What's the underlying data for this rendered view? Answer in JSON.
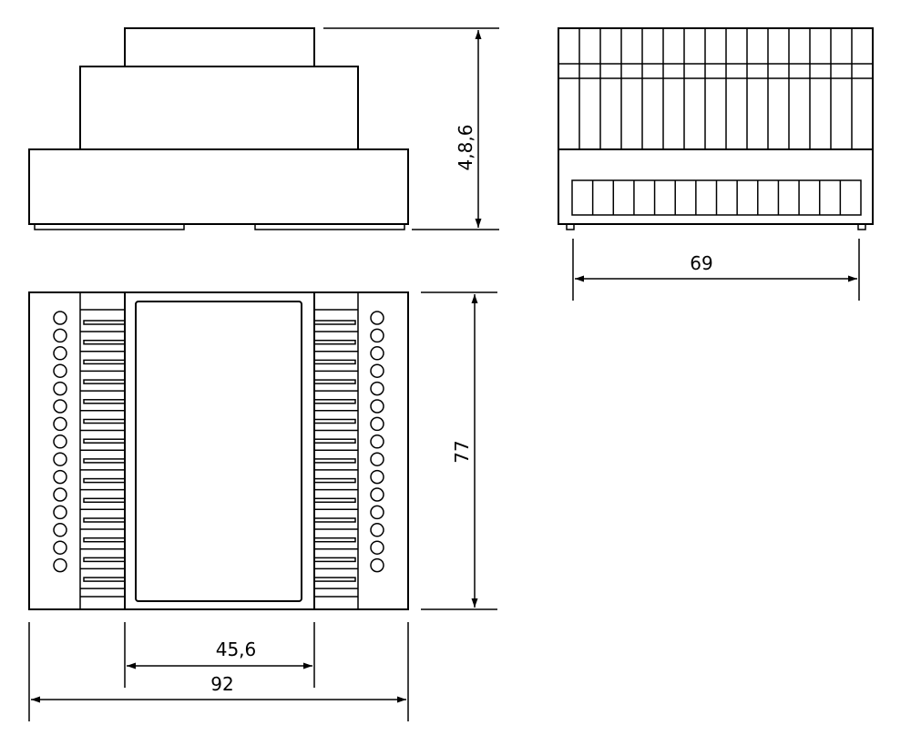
{
  "drawing": {
    "line_color": "#000000",
    "background": "#ffffff"
  },
  "dimensions": {
    "height_side": "4,8,6",
    "depth_end": "69",
    "height_top": "77",
    "window_width": "45,6",
    "total_width": "92"
  }
}
